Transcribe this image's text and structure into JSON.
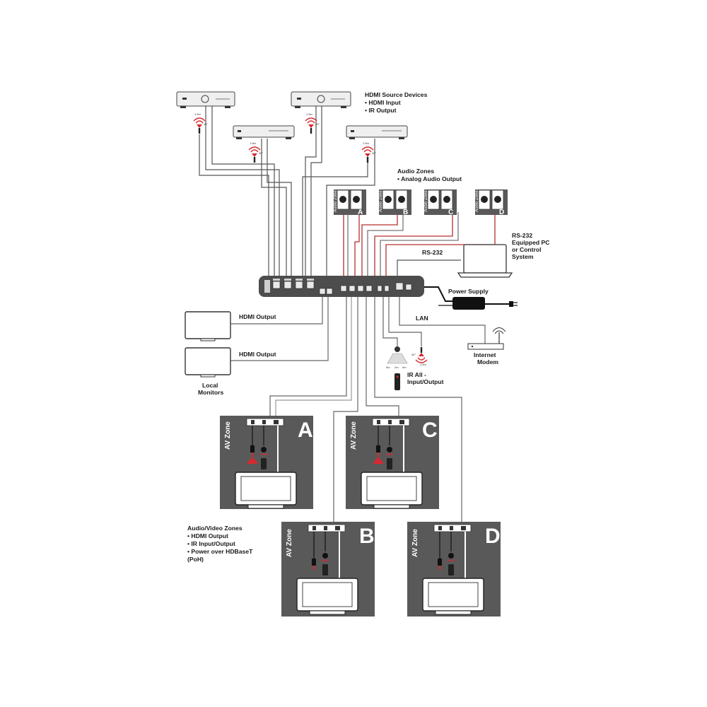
{
  "labels": {
    "hdmi_sources": {
      "title": "HDMI Source Devices",
      "items": [
        "• HDMI Input",
        "• IR Output"
      ]
    },
    "audio_zones": {
      "title": "Audio Zones",
      "items": [
        "•  Analog Audio Output"
      ]
    },
    "rs232_pc": [
      "RS-232",
      "Equipped PC",
      "or Control",
      "System"
    ],
    "rs232_cable": "RS-232",
    "power_supply": "Power Supply",
    "lan": "LAN",
    "internet_modem": [
      "Internet",
      "Modem"
    ],
    "hdmi_output_1": "HDMI Output",
    "hdmi_output_2": "HDMI Output",
    "local_monitors": [
      "Local",
      "Monitors"
    ],
    "ir_all": [
      "IR All -",
      "Input/Output"
    ],
    "av_zones_note": {
      "title": "Audio/Video Zones",
      "items": [
        "•  HDMI Output",
        "•  IR Input/Output",
        "•  Power over HDBaseT",
        "   (PoH)"
      ]
    }
  },
  "ir_tag": {
    "top": "1.5m",
    "side": "40°"
  },
  "audio_zone_label": "Audio Zone",
  "audio_zone_letters": [
    "A",
    "B",
    "C",
    "D"
  ],
  "av_zone_label": "AV Zone",
  "av_zone_letters": [
    "A",
    "C",
    "B",
    "D"
  ],
  "colors": {
    "panel": "#595959",
    "device": "#efefef",
    "cable": "#7a7a7a",
    "ir_red": "#d8282f",
    "speaker_cable_red": "#b5302f"
  }
}
